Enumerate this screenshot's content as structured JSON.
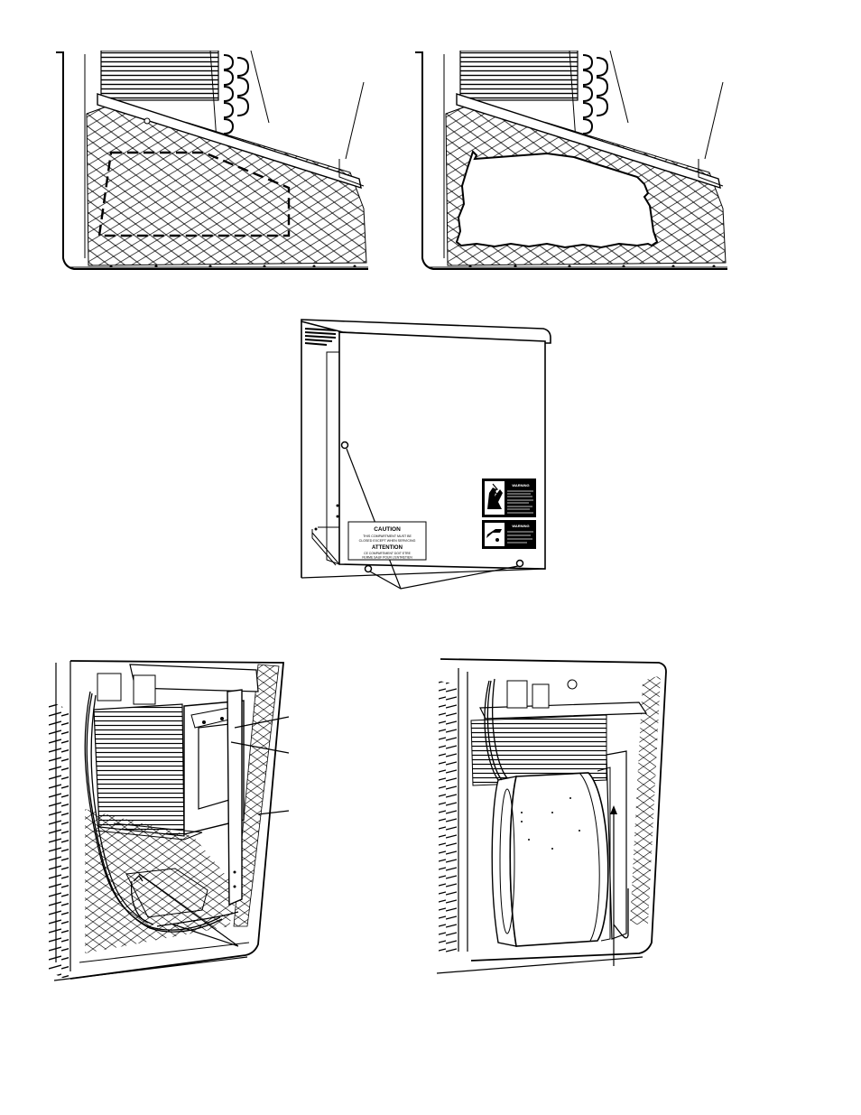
{
  "panel_label": {
    "caution_title": "CAUTION",
    "caution_line1": "THIS COMPARTMENT MUST BE",
    "caution_line2": "CLOSED EXCEPT WHEN SERVICING",
    "attention_title": "ATTENTION",
    "attention_line1": "CE COMPARTIMENT DOIT ETRE",
    "attention_line2": "FERME SAUF POUR L'ENTRETIEN"
  },
  "warning_labels": [
    {
      "title": "WARNING"
    },
    {
      "title": "WARNING"
    }
  ],
  "colors": {
    "line": "#000000",
    "background": "#ffffff"
  }
}
